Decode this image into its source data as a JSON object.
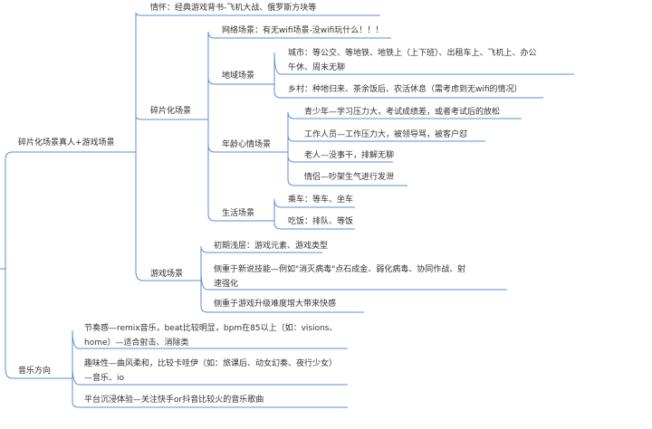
{
  "colors": {
    "line": "#5b8dd9",
    "text": "#333333",
    "background": "#ffffff"
  },
  "mindmap": {
    "branch_a": {
      "label": "碎片化场景真人+游戏场景",
      "nostalgia": "情怀：经典游戏背书-飞机大战、俄罗斯方块等",
      "fragment": {
        "label": "碎片化场景",
        "network": "网络场景：有无wifi场景-没wifi玩什么！！！",
        "region": {
          "label": "地域场景",
          "city_line1": "城市：等公交、等地铁、地铁上（上下班）、出租车上、飞机上、办公",
          "city_line2": "午休、周末无聊",
          "rural": "乡村：种地归来、茶余饭后、农活休息（需考虑到无wifi的情况）"
        },
        "age": {
          "label": "年龄心情场景",
          "teen": "青少年—学习压力大，考试成绩差，或者考试后的放松",
          "worker": "工作人员—工作压力大，被领导骂，被客户怼",
          "elder": "老人—没事干，排解无聊",
          "couple": "情侣—吵架生气进行发泄"
        },
        "life": {
          "label": "生活场景",
          "ride": "乘车：等车、坐车",
          "eat": "吃饭：排队、等饭"
        }
      },
      "game": {
        "label": "游戏场景",
        "early": "初期浅层：游戏元素、游戏类型",
        "skill_line1": "侧重于新说技能—例如\"消灭病毒\"点石成金、弱化病毒、协同作战、射",
        "skill_line2": "速强化",
        "level": "侧重于游戏升级难度增大带来快感"
      }
    },
    "branch_b": {
      "label": "音乐方向",
      "rhythm_line1": "节奏感—remix音乐，beat比较明显，bpm在85以上（如：visions、",
      "rhythm_line2": "home）—适合射击、消除类",
      "fun_line1": "趣味性—曲风柔和，比较卡哇伊（如：旅课后、动女幻奏、夜行少女）",
      "fun_line2": "—音乐、io",
      "platform": "平台沉浸体验—关注快手or抖音比较火的音乐歌曲"
    }
  }
}
